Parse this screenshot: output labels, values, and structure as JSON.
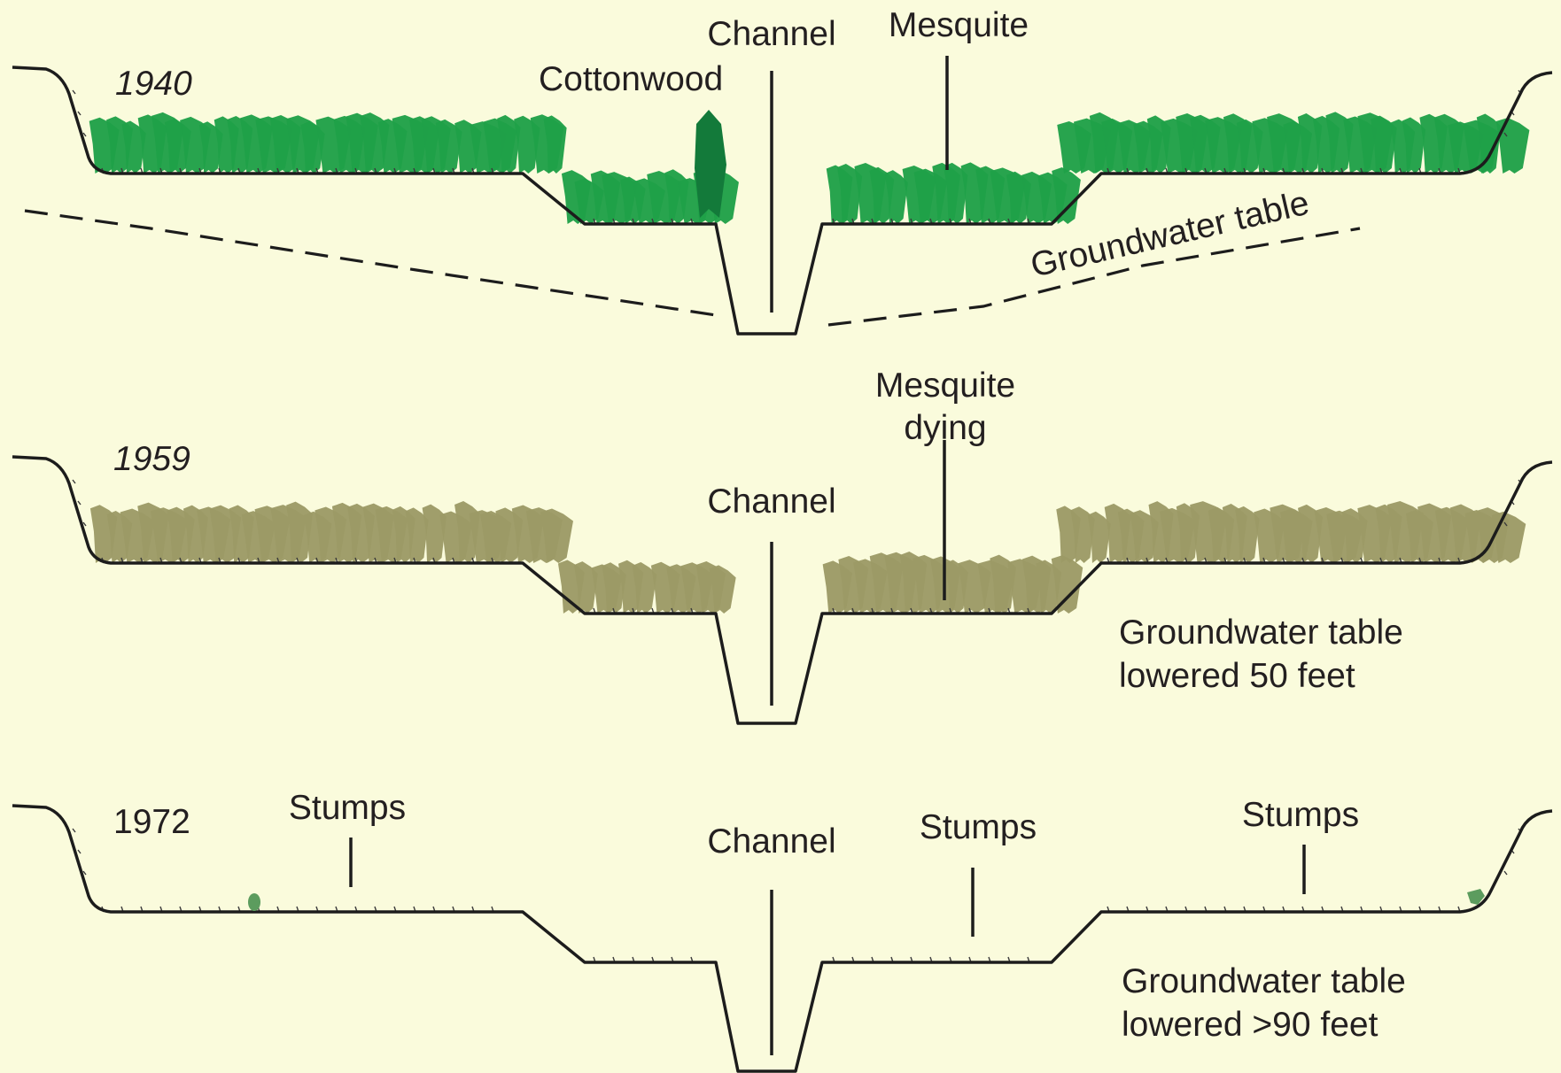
{
  "panels": [
    {
      "year": "1940",
      "channel_label": "Channel",
      "labels": {
        "cottonwood": "Cottonwood",
        "mesquite": "Mesquite",
        "groundwater": "Groundwater table"
      },
      "vegetation_state": "healthy"
    },
    {
      "year": "1959",
      "channel_label": "Channel",
      "labels": {
        "mesquite_dying_line1": "Mesquite",
        "mesquite_dying_line2": "dying",
        "groundwater_line1": "Groundwater table",
        "groundwater_line2": "lowered 50 feet"
      },
      "vegetation_state": "dying"
    },
    {
      "year": "1972",
      "channel_label": "Channel",
      "labels": {
        "stumps": "Stumps",
        "groundwater_line1": "Groundwater table",
        "groundwater_line2": "lowered >90 feet"
      },
      "vegetation_state": "stumps"
    }
  ],
  "colors": {
    "background": "#fafbdc",
    "healthy_tree": "#1fa048",
    "cottonwood": "#137a3a",
    "dying_tree": "#9c9a66",
    "ground_line": "#1c1c1c"
  }
}
